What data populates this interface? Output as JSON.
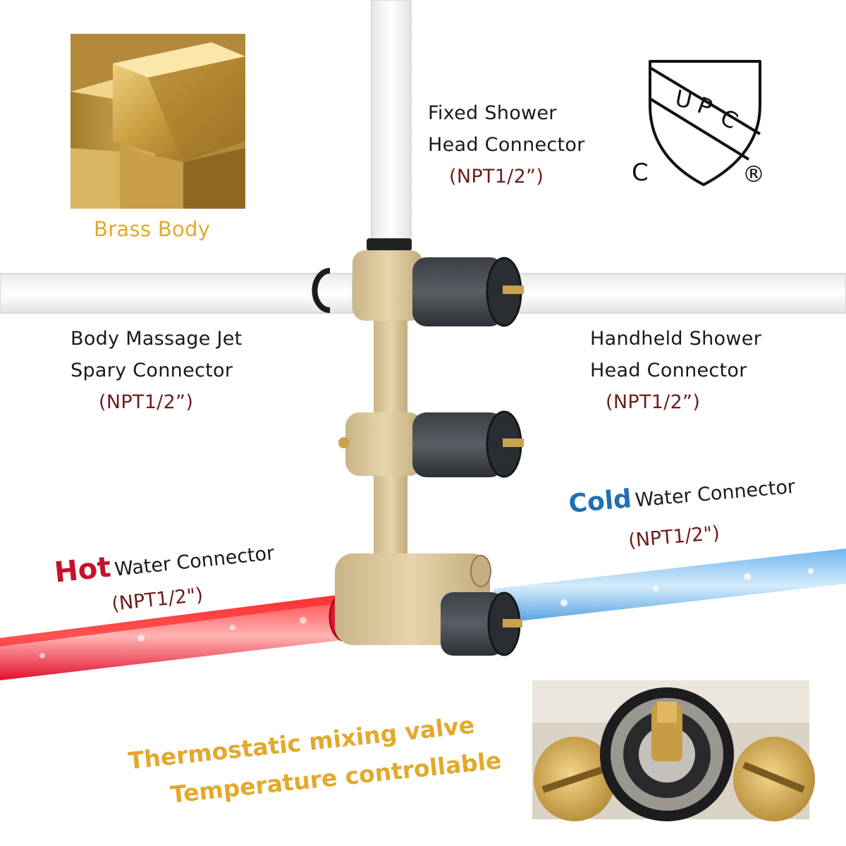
{
  "brass_label": "Brass Body",
  "upc": {
    "letters": [
      "U",
      "P",
      "C"
    ],
    "c_mark": "C",
    "registered": "®"
  },
  "fixed": {
    "line1": "Fixed Shower",
    "line2": "Head Connector",
    "npt": "(NPT1/2”)"
  },
  "body": {
    "line1": "Body Massage Jet",
    "line2": "Spary Connector",
    "npt": "(NPT1/2”)"
  },
  "handheld": {
    "line1": "Handheld Shower",
    "line2": "Head Connector",
    "npt": "(NPT1/2”)"
  },
  "cold": {
    "word": "Cold",
    "rest": "Water Connector",
    "npt": "(NPT1/2\")"
  },
  "hot": {
    "word": "Hot",
    "rest": "Water Connector",
    "npt": "(NPT1/2\")"
  },
  "valve": {
    "line1": "Thermostatic mixing valve",
    "line2": "Temperature controllable"
  },
  "colors": {
    "hot": "#c8102e",
    "cold": "#1f6fb5",
    "gold": "#e3a92c",
    "npt": "#6e1d1d",
    "brass": "#d8c49a"
  }
}
